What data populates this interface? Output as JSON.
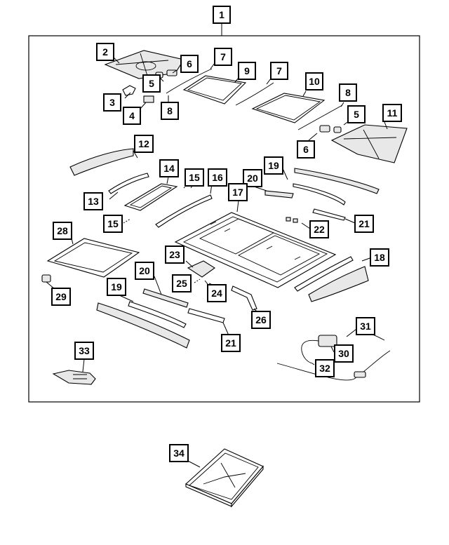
{
  "diagram": {
    "callouts": [
      "1",
      "2",
      "3",
      "4",
      "5",
      "6",
      "7",
      "8",
      "9",
      "7",
      "10",
      "8",
      "5",
      "6",
      "11",
      "12",
      "13",
      "14",
      "15",
      "16",
      "20",
      "19",
      "17",
      "15",
      "28",
      "22",
      "21",
      "23",
      "20",
      "18",
      "29",
      "19",
      "25",
      "24",
      "26",
      "21",
      "31",
      "33",
      "30",
      "32",
      "34"
    ]
  }
}
